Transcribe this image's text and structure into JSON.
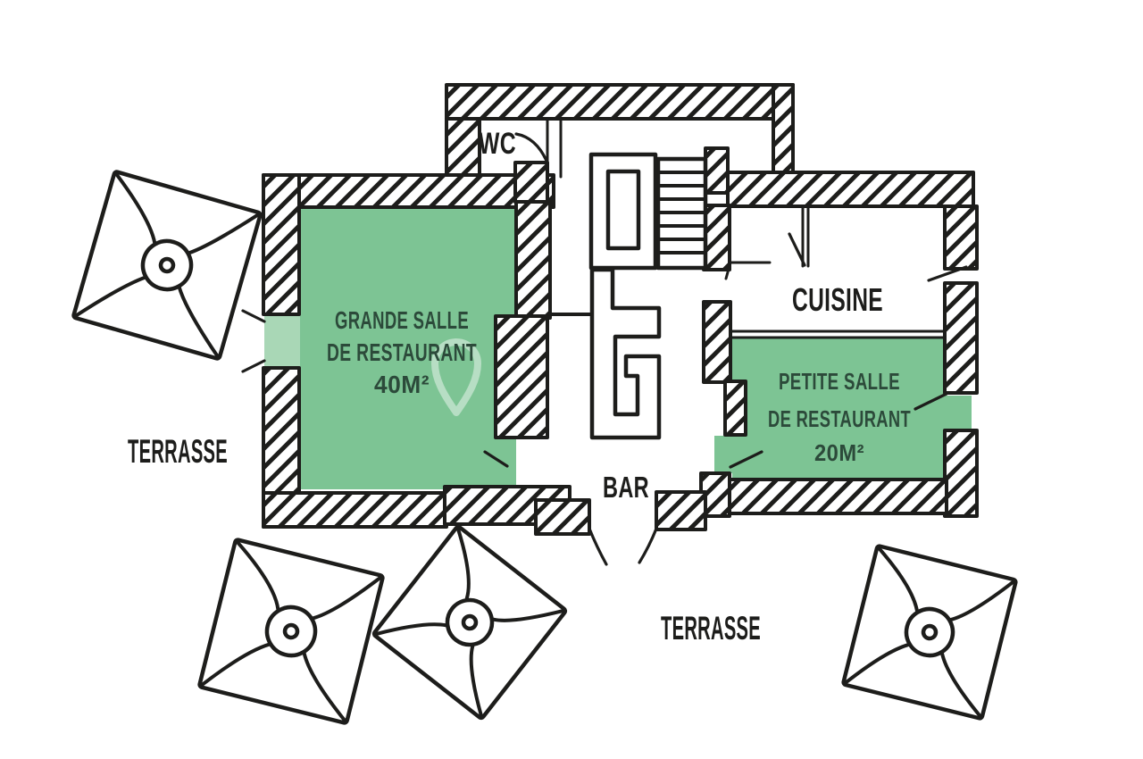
{
  "plan": {
    "type": "restaurant-floor-plan",
    "colors": {
      "background": "#ffffff",
      "line": "#1d1d1b",
      "room_fill": "#7dc494",
      "door_opening_fill": "#a9d7b6",
      "room_label": "#2c4a3a",
      "label": "#1d1d1b"
    },
    "labels": {
      "wc": "WC",
      "cuisine": "CUISINE",
      "bar": "BAR",
      "terrasse_left": "TERRASSE",
      "terrasse_bottom": "TERRASSE",
      "grande_salle": {
        "line1": "GRANDE SALLE",
        "line2": "DE RESTAURANT",
        "line3": "40M²"
      },
      "petite_salle": {
        "line1": "PETITE SALLE",
        "line2": "DE RESTAURANT",
        "line3": "20M²"
      }
    },
    "rooms": [
      {
        "name": "Grande salle de restaurant",
        "area_m2": 40,
        "highlighted": true
      },
      {
        "name": "Petite salle de restaurant",
        "area_m2": 20,
        "highlighted": true
      },
      {
        "name": "Cuisine",
        "highlighted": false
      },
      {
        "name": "WC",
        "highlighted": false
      },
      {
        "name": "Bar",
        "highlighted": false
      },
      {
        "name": "Terrasse",
        "highlighted": false
      }
    ],
    "icons": {
      "parasol": "parasol-top-view-icon",
      "stairs": "staircase-icon",
      "watermark": "location-pin-watermark-icon"
    },
    "counts": {
      "parasols": 4
    }
  }
}
